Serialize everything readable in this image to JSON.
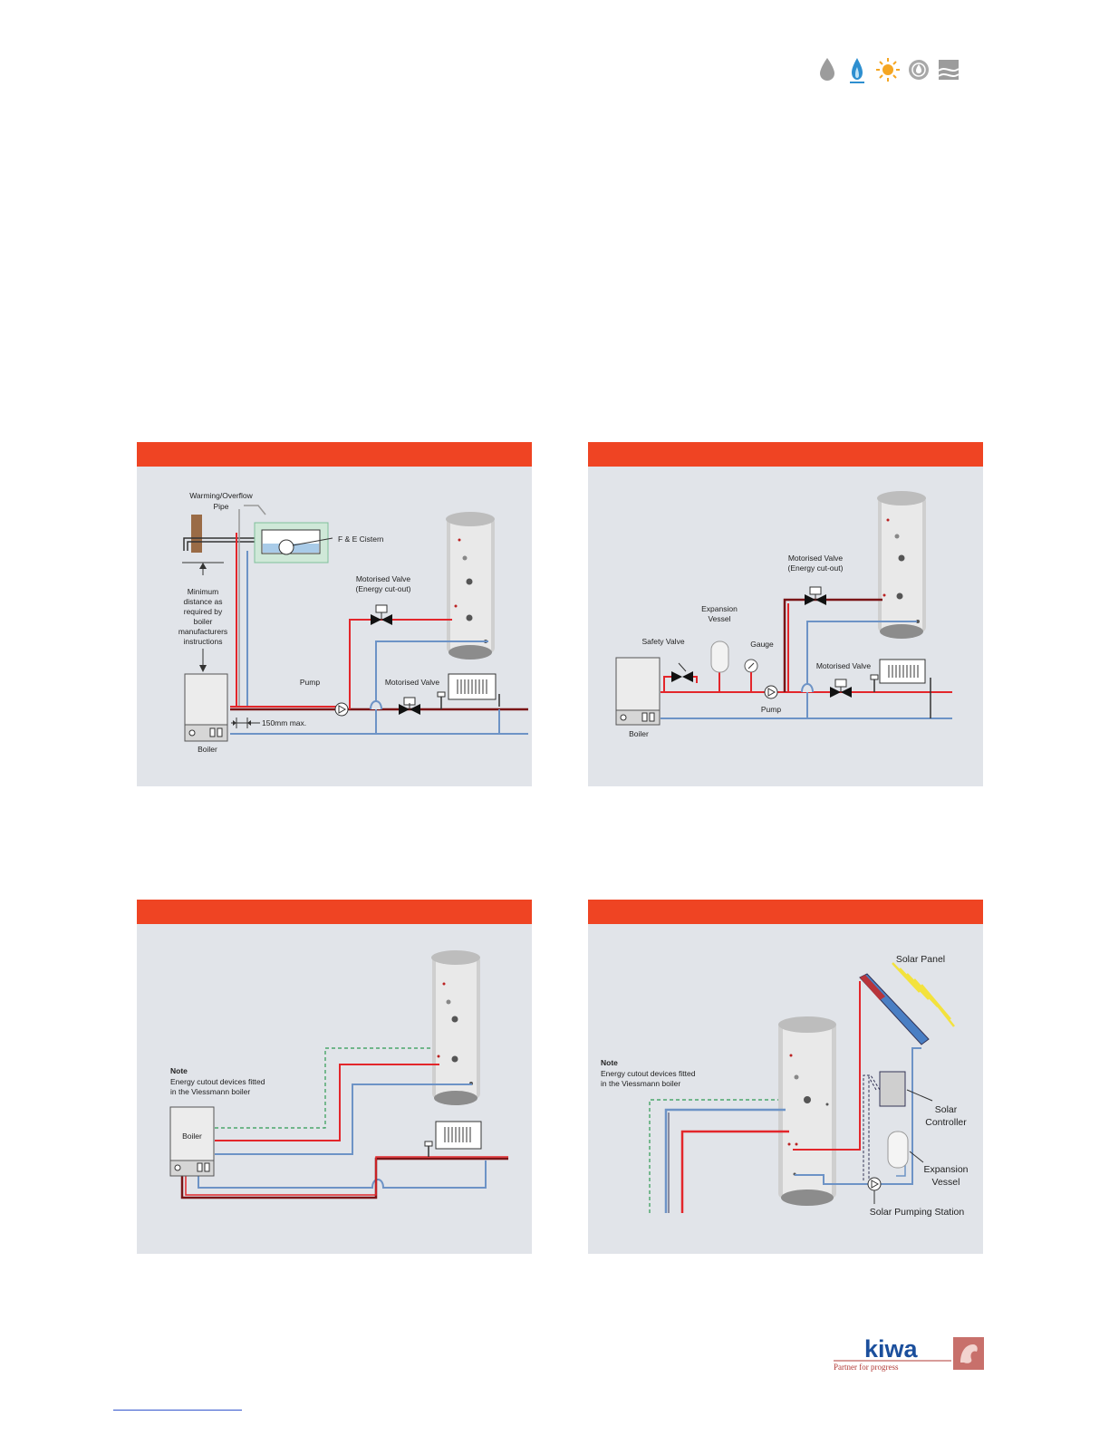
{
  "header": {
    "icons": [
      "water-drop-icon",
      "gas-flame-icon",
      "sun-icon",
      "oil-icon",
      "heat-pump-icon"
    ]
  },
  "colors": {
    "header_bar": "#ef4423",
    "panel_bg": "#e1e4e9",
    "flow_pipe": "#e3262b",
    "return_pipe": "#6d93c6",
    "dark_pipe": "#7a1416",
    "control_line": "#2e9a53"
  },
  "diagrams": [
    {
      "id": "open-vented",
      "labels": {
        "warming_overflow": "Warming/Overflow",
        "pipe": "Pipe",
        "fe_cistern": "F & E Cistern",
        "min_distance": [
          "Minimum",
          "distance as",
          "required by",
          "boiler",
          "manufacturers",
          "instructions"
        ],
        "motorised_valve_1": "Motorised Valve",
        "energy_cutout_1": "(Energy cut-out)",
        "pump": "Pump",
        "motorised_valve_2": "Motorised Valve",
        "spacing": "150mm max.",
        "boiler": "Boiler"
      }
    },
    {
      "id": "sealed-system",
      "labels": {
        "motorised_valve_1": "Motorised Valve",
        "energy_cutout": "(Energy cut-out)",
        "expansion": "Expansion",
        "vessel": "Vessel",
        "safety_valve": "Safety Valve",
        "gauge": "Gauge",
        "motorised_valve_2": "Motorised Valve",
        "pump": "Pump",
        "boiler": "Boiler"
      }
    },
    {
      "id": "viessmann-boiler",
      "labels": {
        "note_title": "Note",
        "note_line1": "Energy cutout devices fitted",
        "note_line2": "in the Viessmann boiler",
        "boiler": "Boiler"
      }
    },
    {
      "id": "solar",
      "labels": {
        "solar_panel": "Solar Panel",
        "note_title": "Note",
        "note_line1": "Energy cutout devices fitted",
        "note_line2": "in the Viessmann boiler",
        "solar": "Solar",
        "controller": "Controller",
        "expansion": "Expansion",
        "vessel": "Vessel",
        "pumping_station": "Solar Pumping Station"
      }
    }
  ],
  "footer": {
    "brand": "kiwa",
    "tagline": "Partner for progress"
  }
}
